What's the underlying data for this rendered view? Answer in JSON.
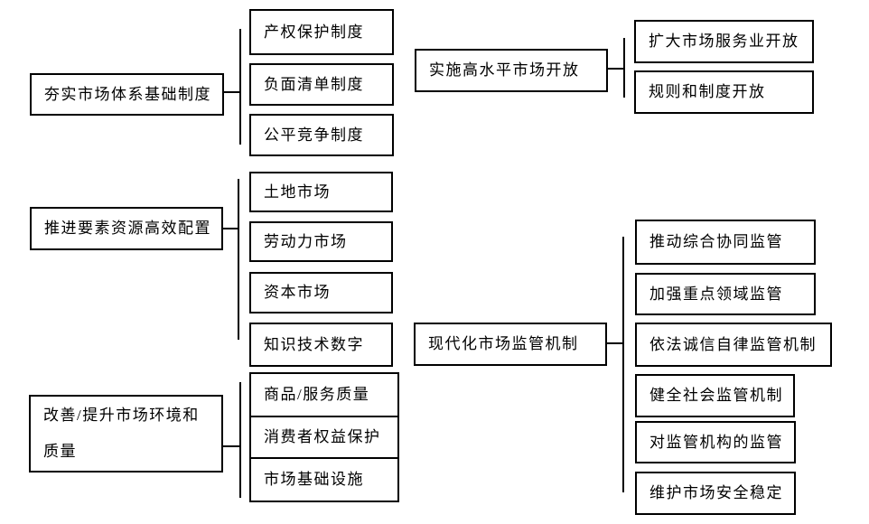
{
  "page": {
    "background_color": "#ffffff",
    "box_border_color": "#000000",
    "text_color": "#000000"
  },
  "groups": [
    {
      "parent": {
        "label": "夯实市场体系基础制度"
      },
      "children": [
        {
          "label": "产权保护制度"
        },
        {
          "label": "负面清单制度"
        },
        {
          "label": "公平竞争制度"
        }
      ]
    },
    {
      "parent": {
        "label": "实施高水平市场开放"
      },
      "children": [
        {
          "label": "扩大市场服务业开放"
        },
        {
          "label": "规则和制度开放"
        }
      ]
    },
    {
      "parent": {
        "label": "推进要素资源高效配置"
      },
      "children": [
        {
          "label": "土地市场"
        },
        {
          "label": "劳动力市场"
        },
        {
          "label": "资本市场"
        },
        {
          "label": "知识技术数字"
        }
      ]
    },
    {
      "parent": {
        "label": "改善/提升市场环境和质量"
      },
      "children": [
        {
          "label": "商品/服务质量"
        },
        {
          "label": "消费者权益保护"
        },
        {
          "label": "市场基础设施"
        }
      ]
    },
    {
      "parent": {
        "label": "现代化市场监管机制"
      },
      "children": [
        {
          "label": "推动综合协同监管"
        },
        {
          "label": "加强重点领域监管"
        },
        {
          "label": "依法诚信自律监管机制"
        },
        {
          "label": "健全社会监管机制"
        },
        {
          "label": "对监管机构的监管"
        },
        {
          "label": "维护市场安全稳定"
        }
      ]
    }
  ]
}
